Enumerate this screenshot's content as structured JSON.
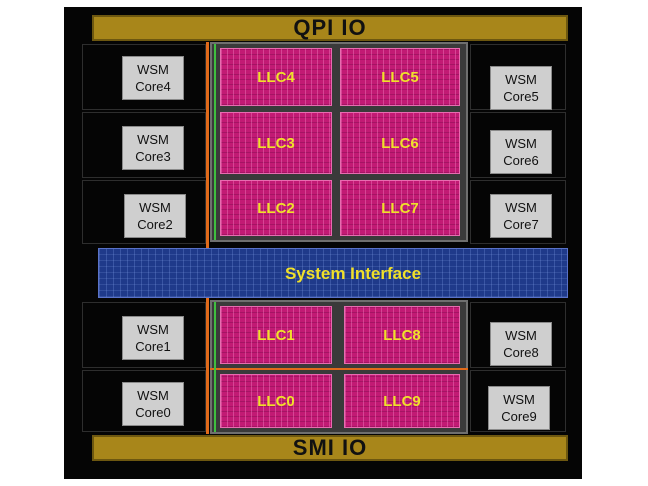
{
  "io": {
    "top": "QPI IO",
    "bottom": "SMI IO"
  },
  "cores_left": [
    {
      "line1": "WSM",
      "line2": "Core4"
    },
    {
      "line1": "WSM",
      "line2": "Core3"
    },
    {
      "line1": "WSM",
      "line2": "Core2"
    },
    {
      "line1": "WSM",
      "line2": "Core1"
    },
    {
      "line1": "WSM",
      "line2": "Core0"
    }
  ],
  "cores_right": [
    {
      "line1": "WSM",
      "line2": "Core5"
    },
    {
      "line1": "WSM",
      "line2": "Core6"
    },
    {
      "line1": "WSM",
      "line2": "Core7"
    },
    {
      "line1": "WSM",
      "line2": "Core8"
    },
    {
      "line1": "WSM",
      "line2": "Core9"
    }
  ],
  "llc": {
    "upper": [
      "LLC4",
      "LLC5",
      "LLC3",
      "LLC6",
      "LLC2",
      "LLC7"
    ],
    "lower": [
      "LLC1",
      "LLC8",
      "LLC0",
      "LLC9"
    ]
  },
  "system_interface": "System Interface",
  "colors": {
    "die": "#050505",
    "io_bar": "#a8861a",
    "llc": "#c21a74",
    "llc_label": "#f0e02a",
    "system_interface": "#1f3a8a",
    "core": "#cfcfcf"
  }
}
